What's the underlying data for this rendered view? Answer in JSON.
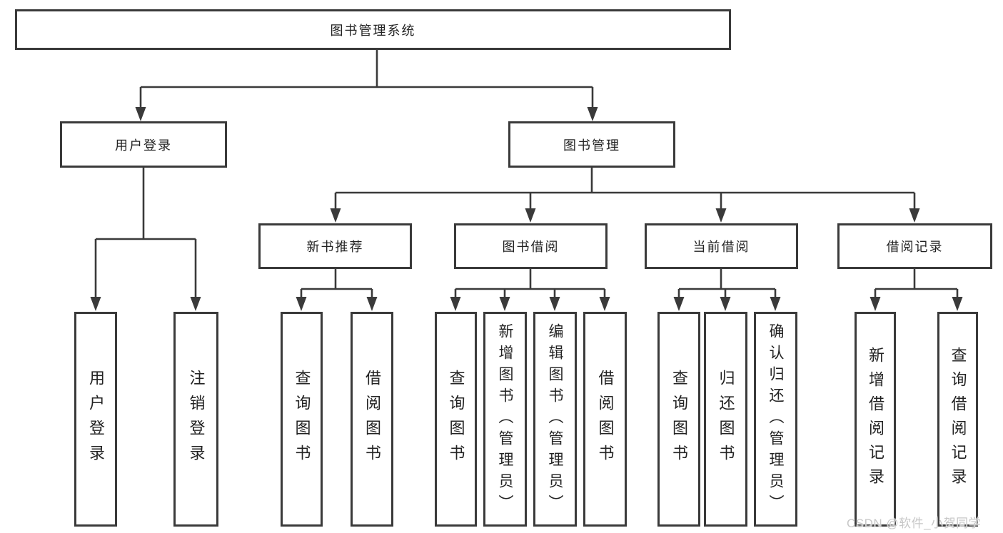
{
  "diagram": {
    "root": {
      "label": "图书管理系统"
    },
    "login": {
      "label": "用户登录",
      "children": [
        {
          "label": "用户登录"
        },
        {
          "label": "注销登录"
        }
      ]
    },
    "management": {
      "label": "图书管理",
      "sections": [
        {
          "label": "新书推荐",
          "children": [
            {
              "label": "查询图书"
            },
            {
              "label": "借阅图书"
            }
          ]
        },
        {
          "label": "图书借阅",
          "children": [
            {
              "label": "查询图书"
            },
            {
              "label": "新增图书（管理员）"
            },
            {
              "label": "编辑图书（管理员）"
            },
            {
              "label": "借阅图书"
            }
          ]
        },
        {
          "label": "当前借阅",
          "children": [
            {
              "label": "查询图书"
            },
            {
              "label": "归还图书"
            },
            {
              "label": "确认归还（管理员）"
            }
          ]
        },
        {
          "label": "借阅记录",
          "children": [
            {
              "label": "新增借阅记录"
            },
            {
              "label": "查询借阅记录"
            }
          ]
        }
      ]
    },
    "watermark": "CSDN @软件_小贺同学",
    "colors": {
      "line": "#3a3a3a",
      "box_border": "#3a3a3a",
      "box_fill": "#ffffff",
      "text": "#232323",
      "watermark": "#c7c7c7"
    }
  }
}
